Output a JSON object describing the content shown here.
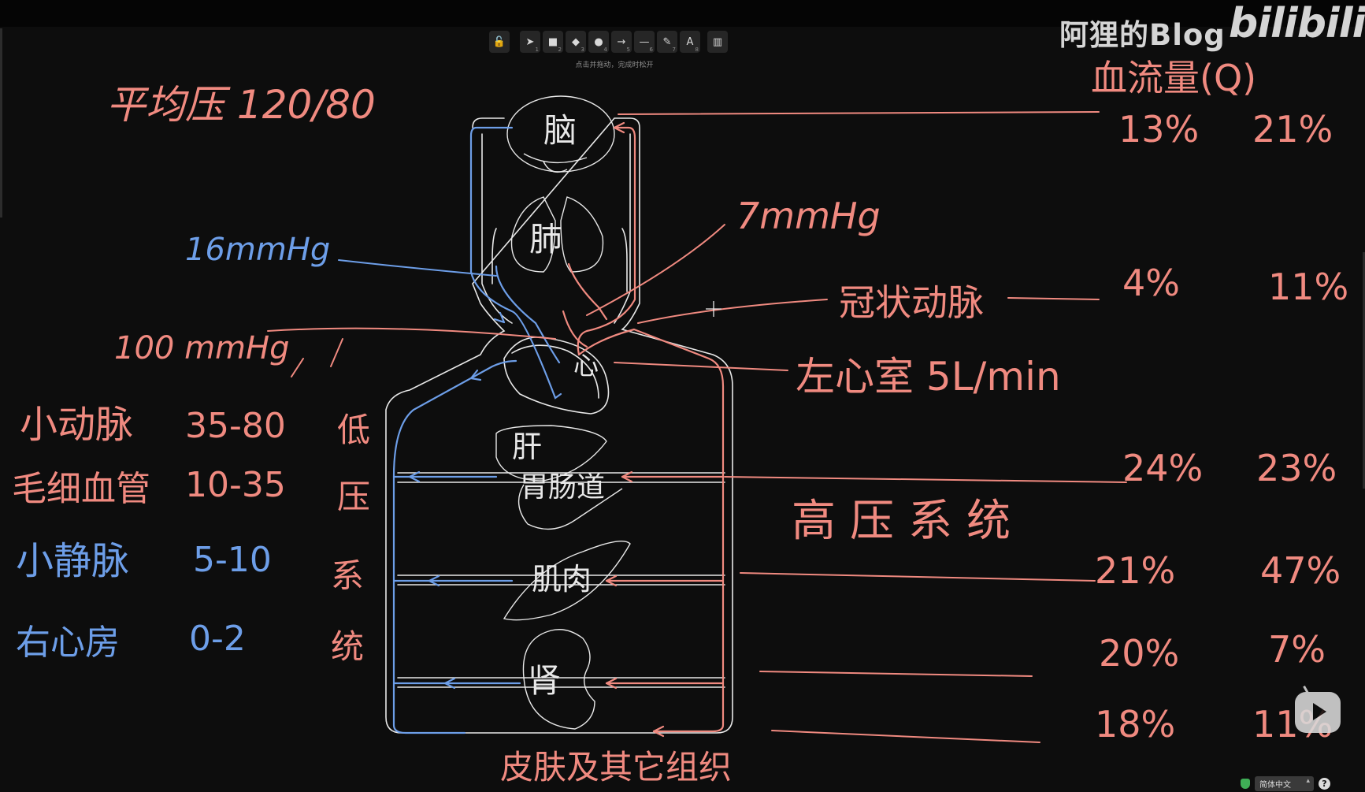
{
  "toolbar": {
    "tools": [
      {
        "icon": "lock-icon",
        "glyph": "🔓",
        "n": ""
      },
      {
        "icon": "pointer-icon",
        "glyph": "➤",
        "n": "1"
      },
      {
        "icon": "rectangle-icon",
        "glyph": "■",
        "n": "2"
      },
      {
        "icon": "diamond-icon",
        "glyph": "◆",
        "n": "3"
      },
      {
        "icon": "circle-icon",
        "glyph": "●",
        "n": "4"
      },
      {
        "icon": "arrow-icon",
        "glyph": "→",
        "n": "5"
      },
      {
        "icon": "line-icon",
        "glyph": "—",
        "n": "6"
      },
      {
        "icon": "pencil-icon",
        "glyph": "✎",
        "n": "7"
      },
      {
        "icon": "text-icon",
        "glyph": "A",
        "n": "8"
      },
      {
        "icon": "library-icon",
        "glyph": "▥",
        "n": ""
      }
    ],
    "hint": "点击并拖动，完成时松开"
  },
  "watermark": {
    "channel": "阿狸的Blog",
    "logo": "bilibili"
  },
  "status": {
    "language": "简体中文",
    "help": "?"
  },
  "board": {
    "left_notes": {
      "mean_pressure": "平均压 120/80",
      "p16": "16mmHg",
      "p100": "100 mmHg",
      "rows": [
        {
          "name": "小动脉",
          "value": "35-80"
        },
        {
          "name": "毛细血管",
          "value": "10-35"
        },
        {
          "name": "小静脉",
          "value": "5-10"
        },
        {
          "name": "右心房",
          "value": "0-2"
        }
      ],
      "side_label": [
        "低",
        "压",
        "系",
        "统"
      ]
    },
    "organs": {
      "brain": "脑",
      "lung": "肺",
      "heart": "心",
      "liver": "肝",
      "gut": "胃肠道",
      "muscle": "肌肉",
      "kidney": "肾",
      "skin": "皮肤及其它组织"
    },
    "right_notes": {
      "p7": "7mmHg",
      "coronary": "冠状动脉",
      "lv_output": "左心室 5L/min",
      "high_pressure": "高压系统",
      "flow_header": "血流量(Q)"
    },
    "flow_table": [
      {
        "col1": "13%",
        "col2": "21%"
      },
      {
        "col1": "4%",
        "col2": "11%"
      },
      {
        "col1": "24%",
        "col2": "23%"
      },
      {
        "col1": "21%",
        "col2": "47%"
      },
      {
        "col1": "20%",
        "col2": "7%"
      },
      {
        "col1": "18%",
        "col2": "11%"
      }
    ],
    "colors": {
      "red": "#f08a80",
      "blue": "#6d9ee8",
      "white": "#e8e8e8"
    }
  }
}
